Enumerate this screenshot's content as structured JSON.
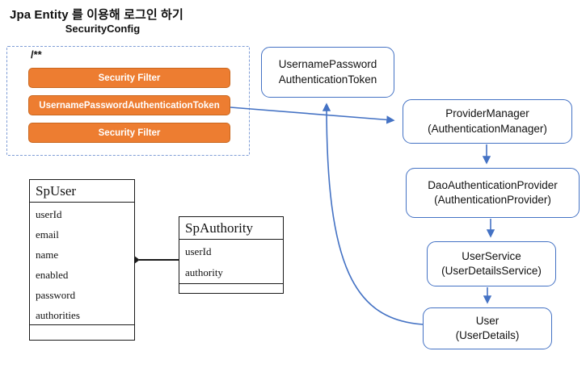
{
  "title": "Jpa Entity 를 이용해 로그인 하기",
  "subtitle": "SecurityConfig",
  "security_config": {
    "comment": "/**",
    "filters": [
      "Security Filter",
      "UsernamePasswordAuthenticationToken",
      "Security Filter"
    ]
  },
  "flow": {
    "token": {
      "line1": "UsernamePassword",
      "line2": "AuthenticationToken"
    },
    "provider_manager": {
      "line1": "ProviderManager",
      "line2": "(AuthenticationManager)"
    },
    "dao_provider": {
      "line1": "DaoAuthenticationProvider",
      "line2": "(AuthenticationProvider)"
    },
    "user_service": {
      "line1": "UserService",
      "line2": "(UserDetailsService)"
    },
    "user": {
      "line1": "User",
      "line2": "(UserDetails)"
    }
  },
  "entities": {
    "sp_user": {
      "name": "SpUser",
      "fields": [
        "userId",
        "email",
        "name",
        "enabled",
        "password",
        "authorities"
      ]
    },
    "sp_authority": {
      "name": "SpAuthority",
      "fields": [
        "userId",
        "authority"
      ]
    }
  },
  "colors": {
    "orange_fill": "#ED7D31",
    "orange_border": "#C9671E",
    "accent_blue": "#4472C4",
    "dashed_border_blue": "#7F9DD6",
    "line_black": "#1a1a1a",
    "text_dark": "#111111",
    "filter_text": "#ffffff",
    "bg": "#ffffff"
  }
}
